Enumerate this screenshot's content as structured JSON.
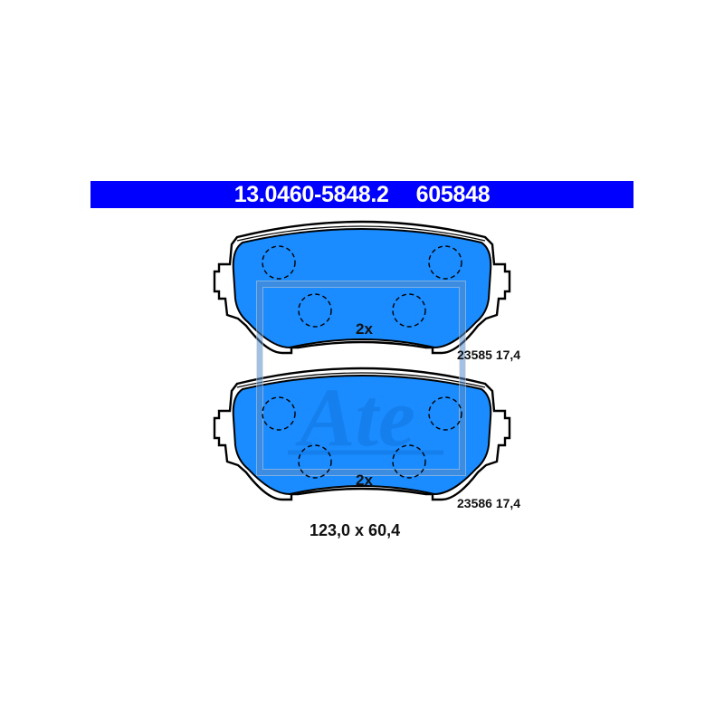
{
  "header": {
    "part_number": "13.0460-5848.2",
    "article_number": "605848",
    "background_color": "#0000ff",
    "text_color": "#ffffff"
  },
  "watermark": {
    "brand": "Ate",
    "color": "#1177dd"
  },
  "pads": [
    {
      "quantity": "2x",
      "code_label": "23585 17,4",
      "fill_color": "#1a8cff",
      "piston_markers": 4
    },
    {
      "quantity": "2x",
      "code_label": "23586 17,4",
      "fill_color": "#1a8cff",
      "piston_markers": 4
    }
  ],
  "dimensions": "123,0 x 60,4"
}
